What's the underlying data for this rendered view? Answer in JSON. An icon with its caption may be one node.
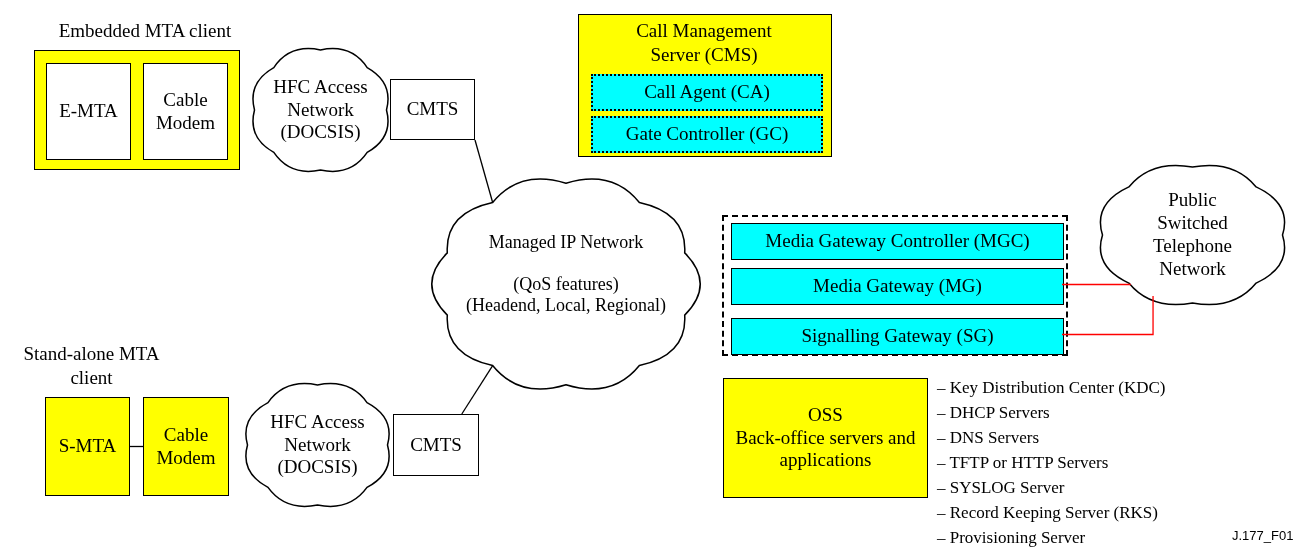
{
  "diagram": {
    "nodes": [
      {
        "text": [
          "Embedded MTA client"
        ]
      },
      {
        "text": [
          "E-MTA"
        ],
        "in": 0
      },
      {
        "text": [
          "Cable Modem"
        ],
        "in": 0
      },
      {
        "text": [
          "HFC Access Network (DOCSIS)"
        ]
      },
      {
        "text": [
          "CMTS"
        ]
      },
      {
        "text": [
          "Call Management Server (CMS)"
        ]
      },
      {
        "text": [
          "Call Agent (CA)"
        ],
        "in": 5
      },
      {
        "text": [
          "Gate Controller (GC)"
        ],
        "in": 5
      },
      {
        "text": [
          "Managed IP Network",
          "(QoS features)",
          "(Headend, Local, Regional)"
        ]
      },
      {
        "text": [],
        "shape": "box"
      },
      {
        "text": [
          "Media Gateway Controller (MGC)"
        ],
        "in": 9
      },
      {
        "text": [
          "Media Gateway (MG)"
        ],
        "in": 9
      },
      {
        "text": [
          "Signalling Gateway (SG)"
        ],
        "in": 9
      },
      {
        "text": [
          "Public Switched Telephone Network"
        ]
      },
      {
        "text": [
          "S-MTA"
        ]
      },
      {
        "text": [
          "Cable Modem"
        ]
      },
      {
        "text": [
          "HFC Access Network (DOCSIS)"
        ]
      },
      {
        "text": [
          "CMTS"
        ]
      },
      {
        "text": [
          "OSS",
          "Back-office servers and applications"
        ],
        "beside": [
          "– Key Distribution Center (KDC)",
          "– DHCP Servers",
          "– DNS Servers",
          "– TFTP or HTTP Servers",
          "– SYSLOG Server",
          "– Record Keeping Server (RKS)",
          "– Provisioning Server"
        ]
      }
    ],
    "edges": [
      {
        "from": 14,
        "to": 15,
        "arrow": "none"
      },
      {
        "from": 4,
        "to": 8,
        "arrow": "none"
      },
      {
        "from": 17,
        "to": 8,
        "arrow": "none"
      },
      {
        "from": 11,
        "to": 13,
        "arrow": "none",
        "color": "#ff0000"
      },
      {
        "from": 12,
        "to": 13,
        "arrow": "none",
        "color": "#ff0000"
      }
    ],
    "labels": [
      "Stand-alone MTA client",
      "J.177_F01"
    ]
  }
}
